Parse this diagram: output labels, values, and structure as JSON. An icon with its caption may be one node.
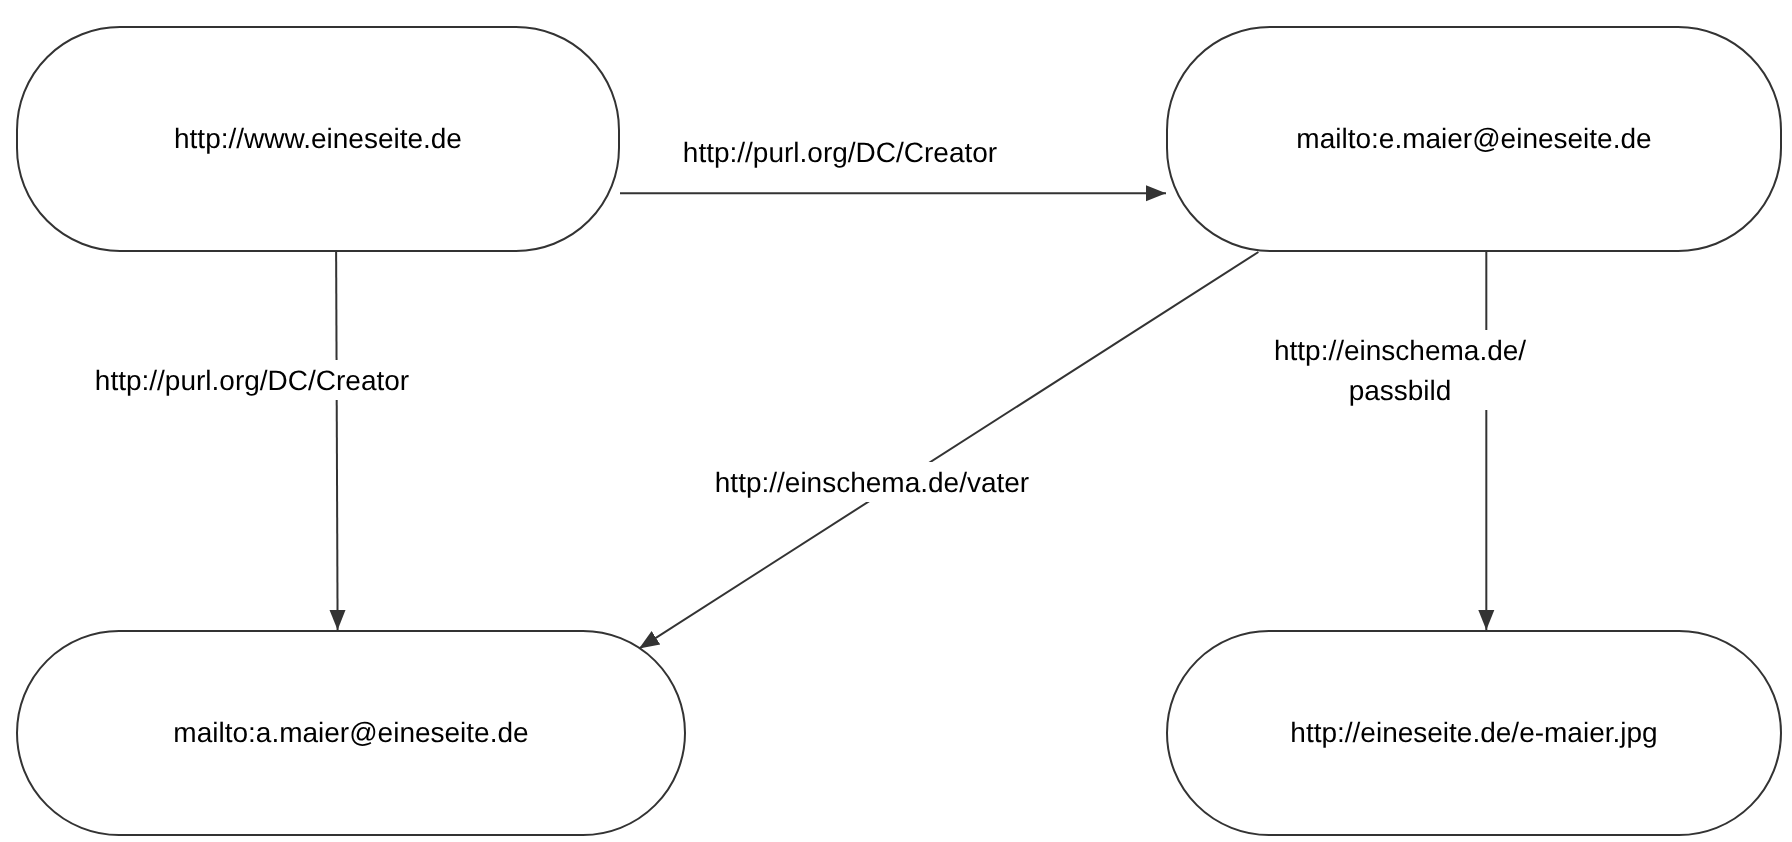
{
  "diagram": {
    "nodes": [
      {
        "text": [
          "http://www.eineseite.de"
        ]
      },
      {
        "text": [
          "mailto:e.maier@eineseite.de"
        ]
      },
      {
        "text": [
          "mailto:a.maier@eineseite.de"
        ]
      },
      {
        "text": [
          "http://eineseite.de/e-maier.jpg"
        ]
      }
    ],
    "edges": [
      {
        "from": 0,
        "to": 1,
        "arrow": "to",
        "label": "http://purl.org/DC/Creator"
      },
      {
        "from": 0,
        "to": 2,
        "arrow": "to",
        "label": "http://purl.org/DC/Creator"
      },
      {
        "from": 1,
        "to": 2,
        "arrow": "to",
        "label": "http://einschema.de/vater"
      },
      {
        "from": 1,
        "to": 3,
        "arrow": "to",
        "label": "http://einschema.de/ passbild"
      }
    ]
  }
}
